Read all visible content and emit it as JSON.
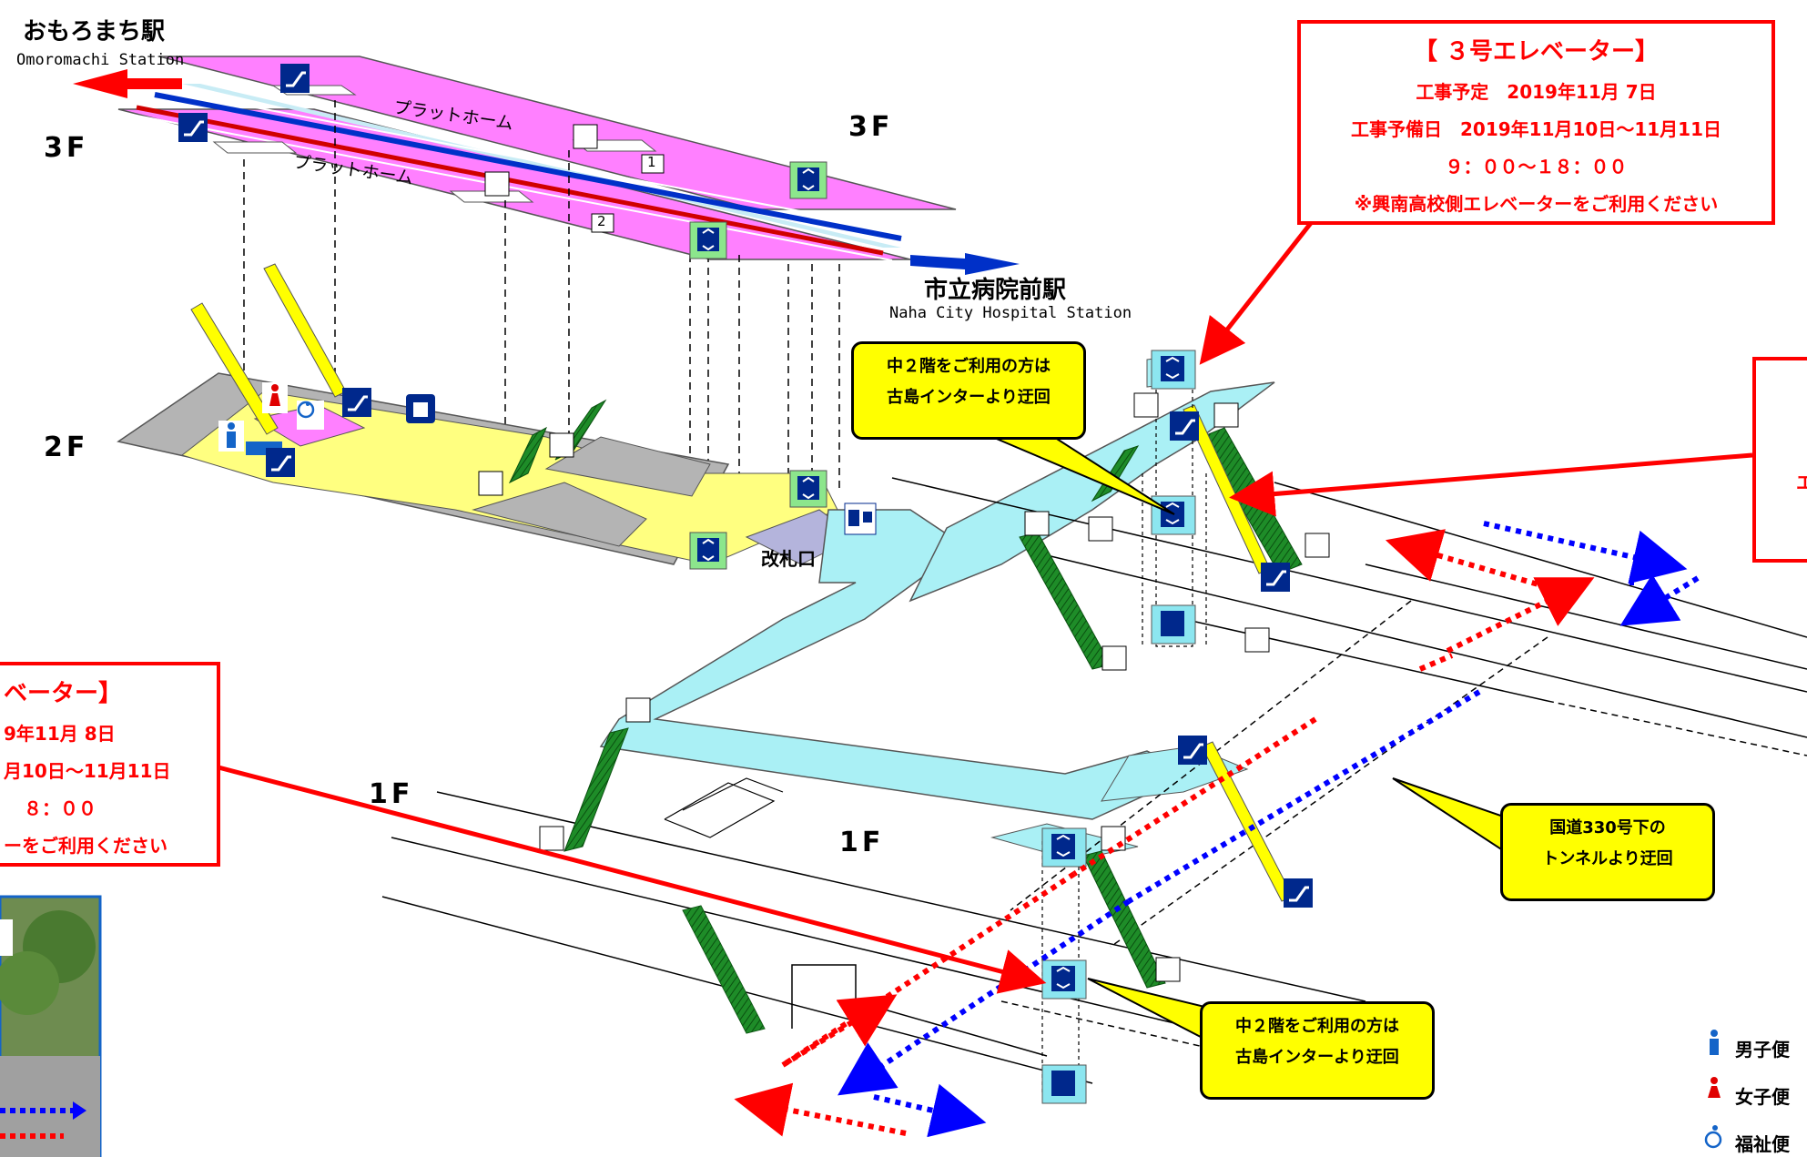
{
  "stations": {
    "omoromachi": {
      "jp": "おもろまち駅",
      "en": "Omoromachi Station"
    },
    "hospital": {
      "jp": "市立病院前駅",
      "en": "Naha City Hospital Station"
    }
  },
  "floors": {
    "f3_left": "3F",
    "f3_right": "3F",
    "f2": "2F",
    "f1_left": "1F",
    "f1_mid": "1F"
  },
  "platform_labels": [
    "プラットホーム",
    "プラットホーム"
  ],
  "track_numbers": [
    "1",
    "2"
  ],
  "ticket_gate": "改札口",
  "notice_elevator3": {
    "title": "【 ３号エレベーター】",
    "lines": [
      "工事予定　2019年11月 7日",
      "工事予備日　2019年11月10日～11月11日",
      "９：００～１８：００",
      "※興南高校側エレベーターをご利用ください"
    ]
  },
  "notice_elevator_left": {
    "title": "ベーター】",
    "lines": [
      "9年11月 8日",
      "月10日～11月11日",
      "８：００",
      "ーをご利用ください"
    ]
  },
  "notice_right_partial": {
    "text": "エ"
  },
  "callouts": {
    "top": [
      "中２階をご利用の方は",
      "古島インターより迂回"
    ],
    "bottom": [
      "中２階をご利用の方は",
      "古島インターより迂回"
    ],
    "route330": [
      "国道330号下の",
      "トンネルより迂回"
    ]
  },
  "legend": [
    {
      "icon": "male-toilet-icon",
      "label": "男子便",
      "color": "#1464c8"
    },
    {
      "icon": "female-toilet-icon",
      "label": "女子便",
      "color": "#e00000"
    },
    {
      "icon": "accessible-toilet-icon",
      "label": "福祉便",
      "color": "#1464c8"
    }
  ],
  "colors": {
    "platform": "#ff80ff",
    "concourse": "#ffff80",
    "walkway": "#aaf0f5",
    "gray": "#b4b4b4",
    "stairs": "#1e8c28",
    "escalator_rail": "#ffff00",
    "alert": "#ff0000",
    "route_blue": "#0000ff",
    "icon_blue": "#00288c",
    "elevator": "#8ce68c"
  }
}
